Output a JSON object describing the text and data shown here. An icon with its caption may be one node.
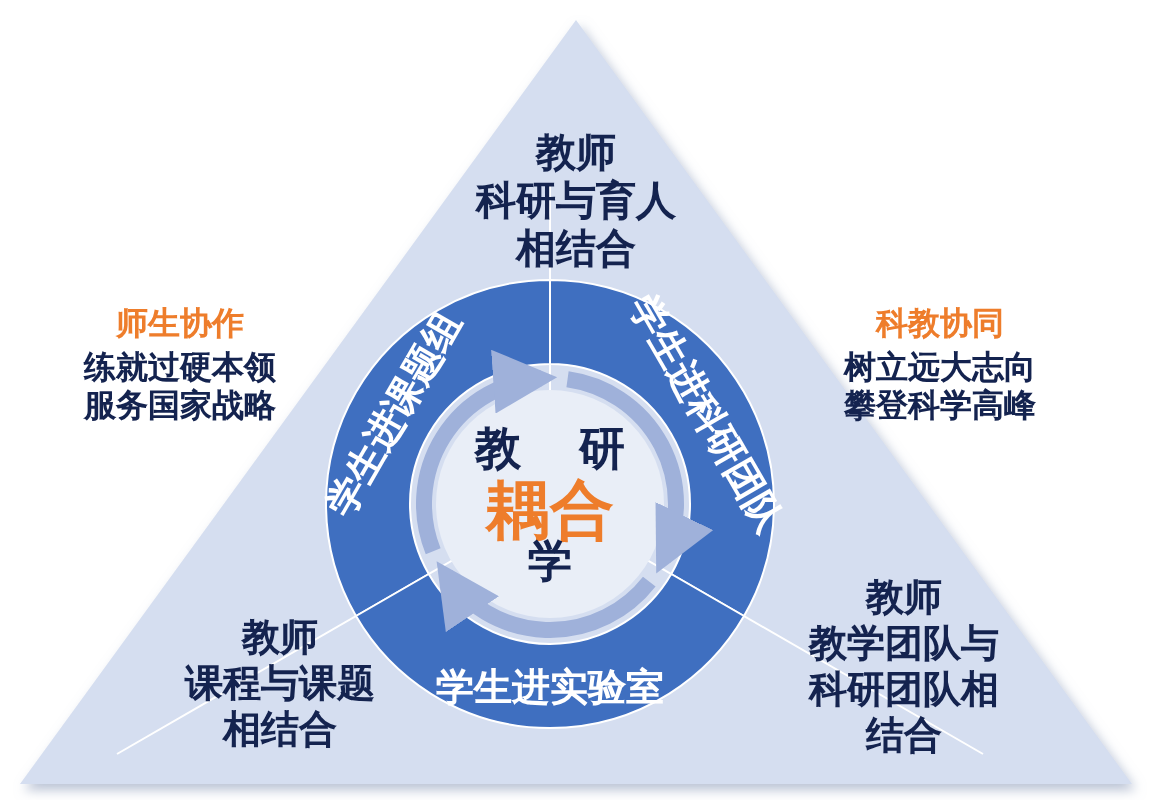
{
  "diagram": {
    "nodes": [
      {
        "text": [
          "学生进课题组"
        ]
      },
      {
        "text": [
          "学生进科研团队"
        ]
      },
      {
        "text": [
          "学生进实验室"
        ]
      },
      {
        "text": [
          "教",
          "研",
          "耦合",
          "学"
        ]
      }
    ],
    "edges": [
      {
        "from": 0,
        "to": 1,
        "arrow": "to"
      },
      {
        "from": 1,
        "to": 2,
        "arrow": "to"
      },
      {
        "from": 2,
        "to": 0,
        "arrow": "to"
      }
    ],
    "labels": [
      "教师",
      "科研与育人相结合",
      "师生协作",
      "练就过硬本领服务国家战略",
      "科教协同",
      "树立远大志向攀登科学高峰",
      "教师",
      "课程与课题相结合",
      "教师",
      "教学团队与科研团队相结合"
    ]
  }
}
